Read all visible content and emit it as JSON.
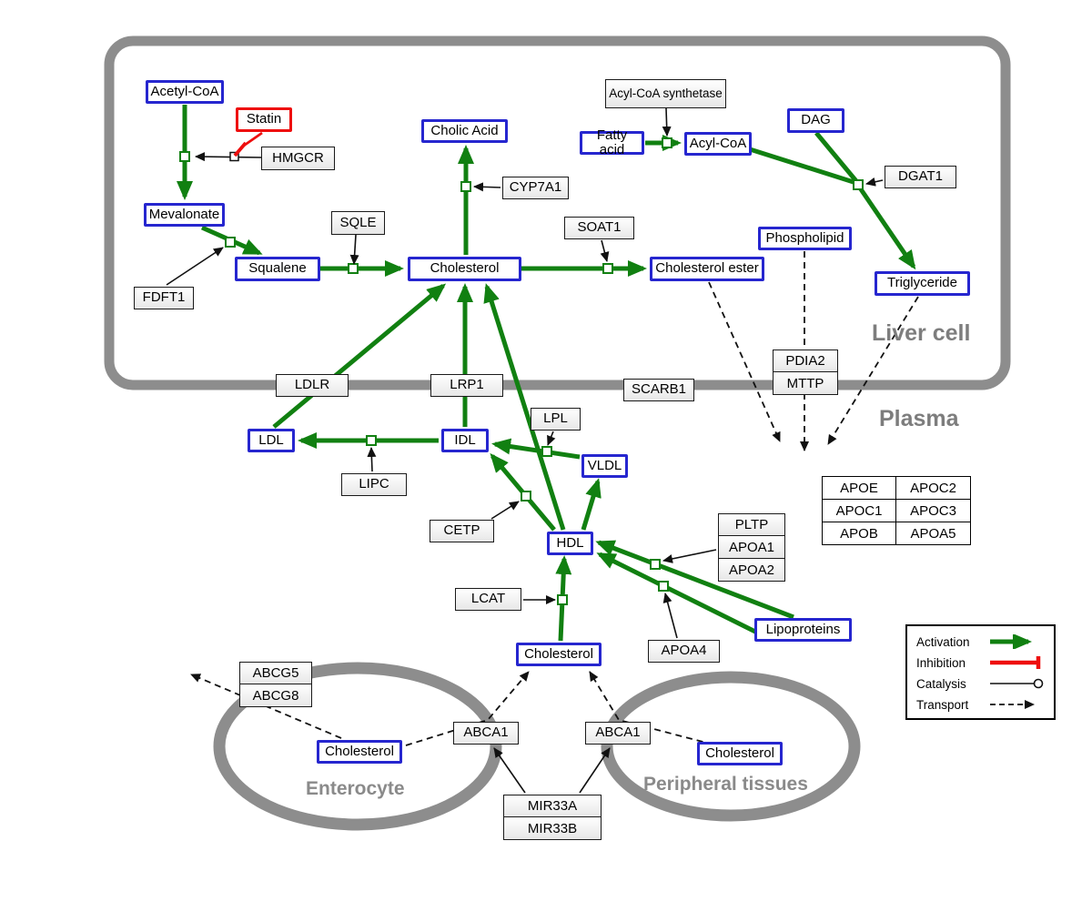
{
  "regions": {
    "liver": "Liver cell",
    "plasma": "Plasma",
    "enterocyte": "Enterocyte",
    "peripheral": "Peripheral tissues"
  },
  "colors": {
    "activation_green": "#118011",
    "inhibition_red": "#ee0e0e",
    "metabolite_border_blue": "#2626cf",
    "membrane_gray": "#8d8d8d"
  },
  "nodes": {
    "acetyl_coa": "Acetyl-CoA",
    "statin": "Statin",
    "hmgcr": "HMGCR",
    "mevalonate": "Mevalonate",
    "fdft1": "FDFT1",
    "squalene": "Squalene",
    "sqle": "SQLE",
    "cholesterol_liver": "Cholesterol",
    "cholic_acid": "Cholic Acid",
    "cyp7a1": "CYP7A1",
    "soat1": "SOAT1",
    "cholesterol_ester": "Cholesterol ester",
    "acyl_coa_synthetase": "Acyl-CoA synthetase",
    "fatty_acid": "Fatty acid",
    "acyl_coa": "Acyl-CoA",
    "dag": "DAG",
    "dgat1": "DGAT1",
    "phospholipid": "Phospholipid",
    "triglyceride": "Triglyceride",
    "ldlr": "LDLR",
    "lrp1": "LRP1",
    "scarb1": "SCARB1",
    "pdia2": "PDIA2",
    "mttp": "MTTP",
    "ldl": "LDL",
    "idl": "IDL",
    "lipc": "LIPC",
    "lpl": "LPL",
    "vldl": "VLDL",
    "cetp": "CETP",
    "hdl": "HDL",
    "lcat": "LCAT",
    "pltp": "PLTP",
    "apoa1": "APOA1",
    "apoa2": "APOA2",
    "apoa4": "APOA4",
    "lipoproteins": "Lipoproteins",
    "cholesterol_plasma": "Cholesterol",
    "abcg5": "ABCG5",
    "abcg8": "ABCG8",
    "cholesterol_enterocyte": "Cholesterol",
    "abca1_left": "ABCA1",
    "abca1_right": "ABCA1",
    "cholesterol_peripheral": "Cholesterol",
    "mir33a": "MIR33A",
    "mir33b": "MIR33B"
  },
  "apo_table": [
    [
      "APOE",
      "APOC2"
    ],
    [
      "APOC1",
      "APOC3"
    ],
    [
      "APOB",
      "APOA5"
    ]
  ],
  "legend": {
    "activation": "Activation",
    "inhibition": "Inhibition",
    "catalysis": "Catalysis",
    "transport": "Transport"
  }
}
